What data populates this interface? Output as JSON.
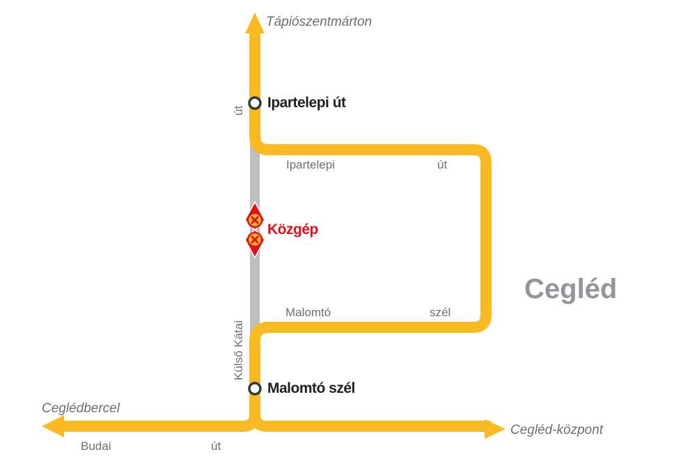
{
  "city": "Cegléd",
  "destinations": {
    "north": "Tápiószentmárton",
    "west": "Ceglédbercel",
    "east": "Cegléd-központ"
  },
  "stops": [
    {
      "name": "Ipartelepi út",
      "status": "active"
    },
    {
      "name": "Közgép",
      "status": "cancelled"
    },
    {
      "name": "Malomtó szél",
      "status": "active"
    }
  ],
  "streets": {
    "ipartelepi_1": "Ipartelepi",
    "ipartelepi_2": "út",
    "malomto_1": "Malomtó",
    "malomto_2": "szél",
    "budai_1": "Budai",
    "budai_2": "út",
    "kulso_katai": "Külső Kátai",
    "kulso_katai_ut": "út"
  },
  "colors": {
    "route": "#fbba22",
    "closed": "#bcbec0",
    "stop": "#2b3b3f",
    "cancel": "#e30f1b"
  }
}
